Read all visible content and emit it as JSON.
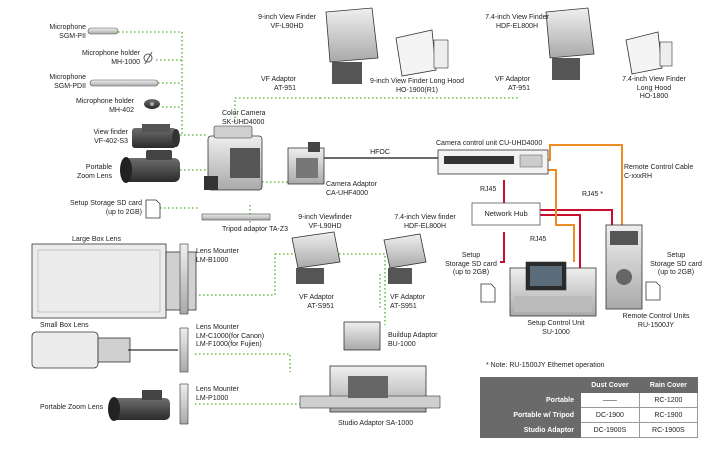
{
  "labels": {
    "mic_sgmp2": "Microphone\nSGM-PII",
    "mic_holder_mh1000": "Microphone holder\nMH-1000",
    "mic_sgmpd2": "Microphone\nSGM-PDII",
    "mic_holder_mh402": "Microphone holder\nMH-402",
    "viewfinder_vf402": "View finder\nVF-402-S3",
    "portable_zoom_lens_top": "Portable\nZoom Lens",
    "setup_sd_left": "Setup Storage SD card\n(up to 2GB)",
    "color_camera": "Color Camera\nSK-UHD4000",
    "tripod_adaptor": "Tripod adaptor TA-Z3",
    "vf9_top": "9-inch View Finder\nVF-L90HD",
    "vf_adaptor_951": "VF Adaptor\nAT-951",
    "hood_1900": "9-inch View Finder Long Hood\nHO-1900(R1)",
    "vf74_top": "7.4-inch View Finder\nHDF-EL800H",
    "vf_adaptor_951b": "VF Adaptor\nAT-951",
    "hood_1800": "7.4-inch View Finder\nLong Hood\nHO-1800",
    "hfoc": "HFOC",
    "camera_adaptor": "Camera Adaptor\nCA-UHF4000",
    "ccu": "Camera control unit CU-UHD4000",
    "remote_cable": "Remote Control Cable\nC-xxxRH",
    "rj45_1": "RJ45",
    "network_hub": "Network Hub",
    "rj45_star": "RJ45 *",
    "rj45_2": "RJ45",
    "setup_sd_mid": "Setup\nStorage SD card\n(up to 2GB)",
    "setup_sd_right": "Setup\nStorage SD card\n(up to 2GB)",
    "setup_control_unit": "Setup Control Unit\nSU-1000",
    "remote_control_units": "Remote Control Units\nRU-1500JY",
    "large_box_lens": "Large Box Lens",
    "lens_mounter_b1000": "Lens Mounter\nLM-B1000",
    "small_box_lens": "Small Box Lens",
    "lens_mounter_c1000": "Lens Mounter\nLM-C1000(for Canon)\nLM-F1000(for Fujien)",
    "portable_zoom_lens_bottom": "Portable Zoom Lens",
    "lens_mounter_p1000": "Lens Mounter\nLM-P1000",
    "vf9_bottom": "9-inch Viewfinder\nVF-L90HD",
    "vf74_bottom": "7.4-inch View finder\nHDF-EL800H",
    "vf_adaptor_s951a": "VF Adaptor\nAT-S951",
    "vf_adaptor_s951b": "VF Adaptor\nAT-S951",
    "buildup_adaptor": "Buildup Adaptor\nBU-1000",
    "studio_adaptor": "Studio Adaptor SA-1000"
  },
  "note": "* Note: RU-1500JY Ethemet operation",
  "cover_table": {
    "headers": [
      "",
      "Dust Cover",
      "Rain Cover"
    ],
    "rows": [
      [
        "Portable",
        "——",
        "RC-1200"
      ],
      [
        "Portable w/ Tripod",
        "DC-1900",
        "RC-1900"
      ],
      [
        "Studio Adaptor",
        "DC-1900S",
        "RC-1900S"
      ]
    ]
  },
  "colors": {
    "accessory_link": "#6abf4b",
    "network_cable": "#c8102e",
    "remote_cable": "#f08a24",
    "fiber": "#3a3a3a",
    "device_fill": "#d8d8d8",
    "device_stroke": "#333333",
    "table_header": "#6a6a6a"
  }
}
